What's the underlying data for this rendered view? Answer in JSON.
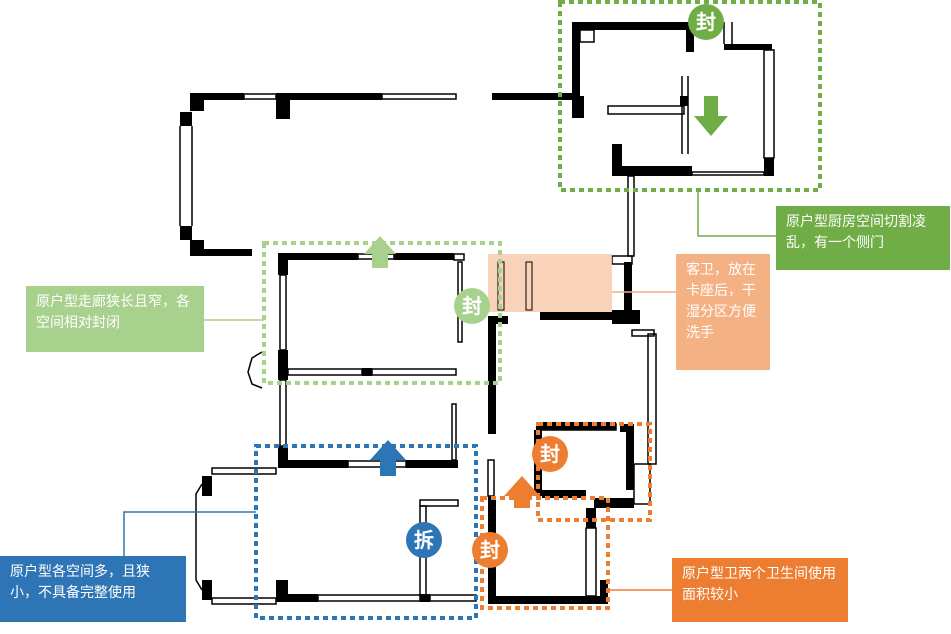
{
  "colors": {
    "wall": "#000000",
    "green_dark": "#70ad47",
    "green_light": "#a9d18e",
    "orange": "#ed7d31",
    "peach": "#f8cbad",
    "peach_note": "#f4b183",
    "blue": "#2e75b6"
  },
  "badges": {
    "kitchen_seal": "封",
    "corridor_seal": "封",
    "bath1_seal": "封",
    "bath2_seal": "封",
    "living_demolish": "拆"
  },
  "notes": {
    "kitchen": "原户型厨房空间切割凌乱，有一个侧门",
    "corridor": "原户型走廊狭长且窄，各空间相对封闭",
    "guest_bath": "客卫，放在卡座后，干湿分区方便洗手",
    "bathrooms": "原户型卫两个卫生间使用面积较小",
    "living": "原户型各空间多，且狭小，不具备完整使用"
  },
  "icons": {
    "arrow_down": "arrow-down-icon",
    "arrow_up": "arrow-up-icon"
  }
}
